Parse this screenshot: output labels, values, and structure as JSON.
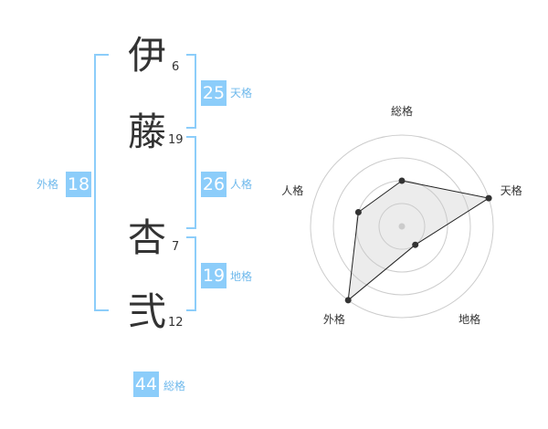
{
  "name": {
    "chars": [
      {
        "char": "伊",
        "strokes": "6"
      },
      {
        "char": "藤",
        "strokes": "19"
      },
      {
        "char": "杏",
        "strokes": "7"
      },
      {
        "char": "弐",
        "strokes": "12"
      }
    ]
  },
  "fortune": {
    "tenkaku": {
      "value": "25",
      "label": "天格"
    },
    "jinkaku": {
      "value": "26",
      "label": "人格"
    },
    "chikaku": {
      "value": "19",
      "label": "地格"
    },
    "gaikaku": {
      "value": "18",
      "label": "外格"
    },
    "soukaku": {
      "value": "44",
      "label": "総格"
    }
  },
  "colors": {
    "accent": "#8ccdfa",
    "bracket": "#6fb9ec"
  },
  "chart_data": {
    "type": "radar",
    "axes": [
      "総格",
      "天格",
      "地格",
      "外格",
      "人格"
    ],
    "values": [
      2,
      4,
      1,
      4,
      2
    ],
    "rings": 4,
    "max": 4
  }
}
